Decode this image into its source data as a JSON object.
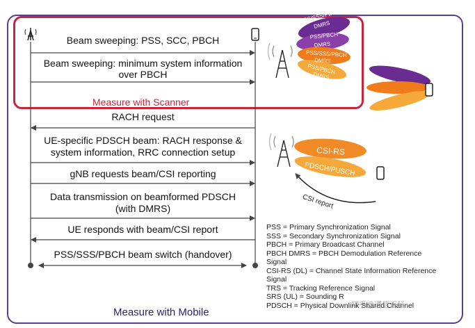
{
  "messages": {
    "m1": "Beam sweeping: PSS, SCC, PBCH",
    "m2a": "Beam sweeping: minimum system information",
    "m2b": "over PBCH",
    "m3": "RACH request",
    "m4a": "UE-specific PDSCH beam: RACH response &",
    "m4b": "system information, RRC connection setup",
    "m5": "gNB requests beam/CSI reporting",
    "m6a": "Data transmission on beamformed PDSCH",
    "m6b": "(with DMRS)",
    "m7": "UE responds with beam/CSI report",
    "m8": "PSS/SSS/PBCH beam switch (handover)"
  },
  "captions": {
    "scanner": "Measure with Scanner",
    "mobile": "Measure with Mobile"
  },
  "beams": {
    "b1": "PSS/SSS/PBCH",
    "b1b": "DMRS",
    "b2": "PSS/PBCH",
    "b2b": "DMRS",
    "b3": "PSS/SSS/PBCH",
    "b3b": "DMRS",
    "b4": "PSS/PBCH",
    "b4b": "DMRS",
    "csirs": "CSI-RS",
    "pdsch": "PDSCH/PUSCH",
    "csi_report": "CSI report"
  },
  "legend": [
    "PSS = Primary Synchronization Signal",
    "SSS = Secondary Synchronization Signal",
    "PBCH = Primary Broadcast Channel",
    "PBCH DMRS = PBCH Demodulation Reference",
    "Signal",
    "CSI-RS (DL) = Channel State Information Reference",
    "Signal",
    "TRS = Tracking Reference Signal",
    "SRS (UL) = Sounding R",
    "PDSCH = Physical Downlink Shared Channel"
  ],
  "watermark": "知乎@通信百科",
  "colors": {
    "frame": "#5b3c9a",
    "scanner_box": "#c8243a",
    "purple_beam": "#6a2c91",
    "orange_beam": "#f07b1a",
    "light_orange_beam": "#f6a93b",
    "csi_beam": "#f28a28"
  }
}
